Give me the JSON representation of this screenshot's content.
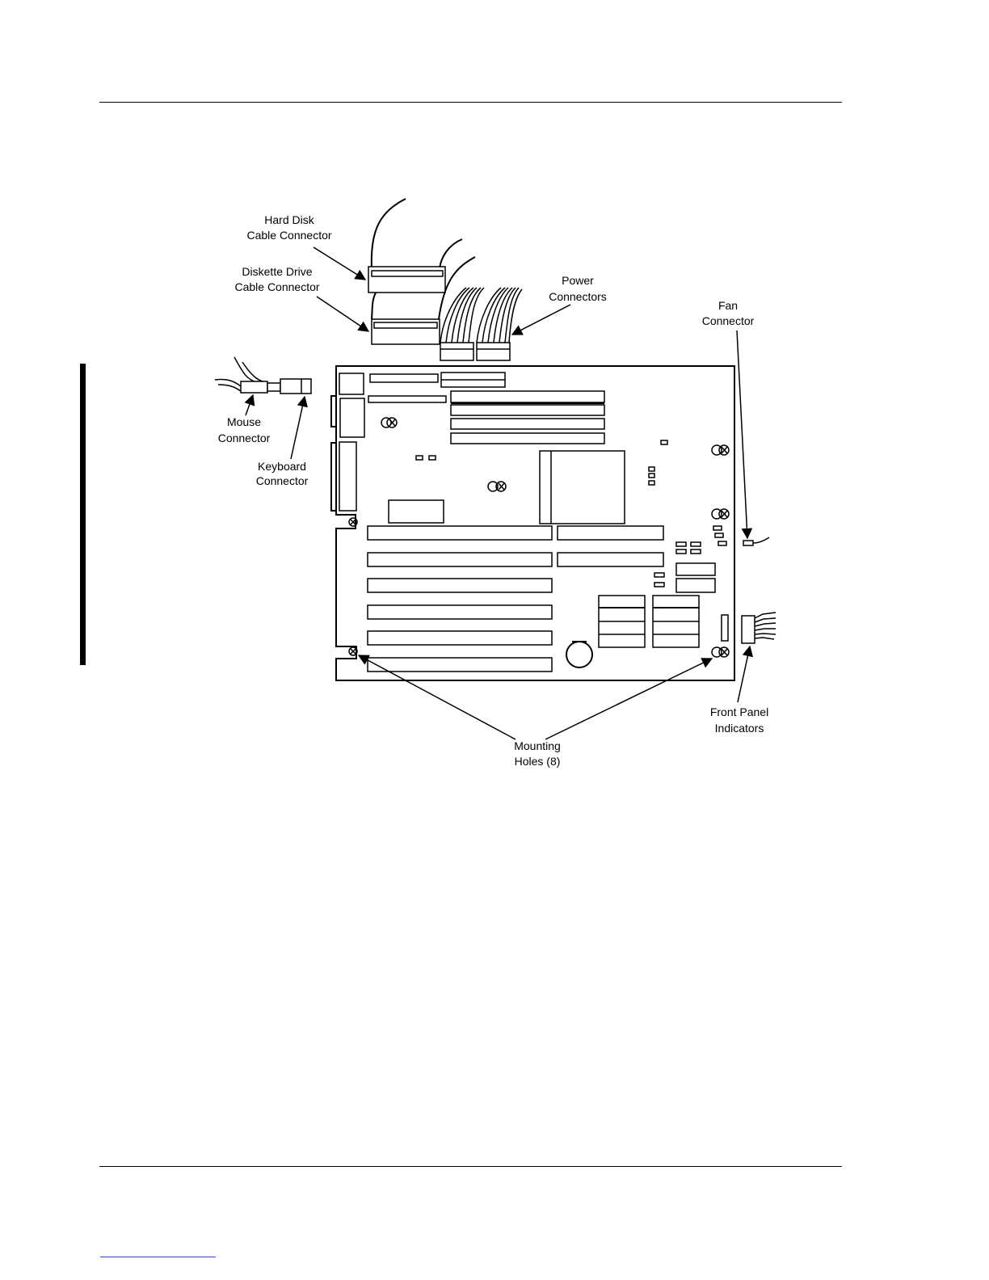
{
  "figure": {
    "labels": {
      "hard_disk": [
        "Hard Disk",
        "Cable Connector"
      ],
      "diskette": [
        "Diskette Drive",
        "Cable Connector"
      ],
      "power": [
        "Power",
        "Connectors"
      ],
      "fan": [
        "Fan",
        "Connector"
      ],
      "mouse": [
        "Mouse",
        "Connector"
      ],
      "keyboard": [
        "Keyboard",
        "Connector"
      ],
      "front_panel": [
        "Front Panel",
        "Indicators"
      ],
      "mounting": [
        "Mounting",
        "Holes (8)"
      ]
    }
  }
}
